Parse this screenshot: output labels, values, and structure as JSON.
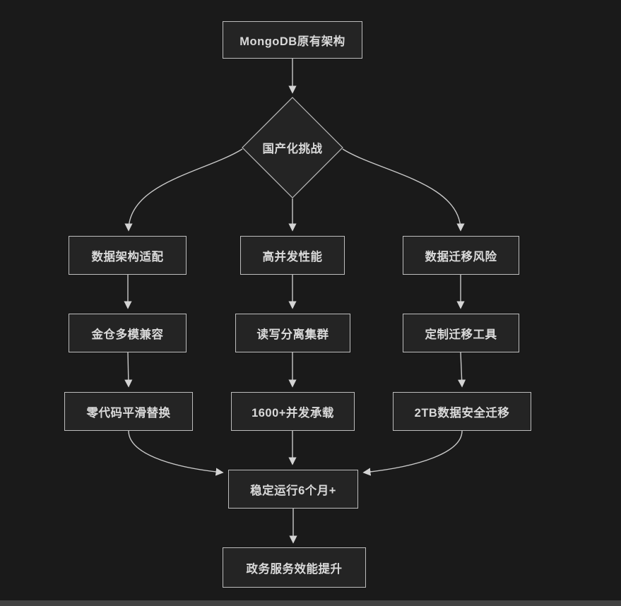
{
  "diagram": {
    "type": "flowchart",
    "theme": {
      "background": "#1a1a1a",
      "node_fill": "#242424",
      "node_border": "#bdbdbd",
      "edge_color": "#c9c9c9",
      "arrowhead_color": "#d4d4d4",
      "text_color": "#d9d9d9"
    },
    "nodes": {
      "start": {
        "label": "MongoDB原有架构",
        "shape": "rect"
      },
      "decision": {
        "label": "国产化挑战",
        "shape": "diamond"
      },
      "branch1_step1": {
        "label": "数据架构适配",
        "shape": "rect"
      },
      "branch1_step2": {
        "label": "金仓多模兼容",
        "shape": "rect"
      },
      "branch1_step3": {
        "label": "零代码平滑替换",
        "shape": "rect"
      },
      "branch2_step1": {
        "label": "高并发性能",
        "shape": "rect"
      },
      "branch2_step2": {
        "label": "读写分离集群",
        "shape": "rect"
      },
      "branch2_step3": {
        "label": "1600+并发承载",
        "shape": "rect"
      },
      "branch3_step1": {
        "label": "数据迁移风险",
        "shape": "rect"
      },
      "branch3_step2": {
        "label": "定制迁移工具",
        "shape": "rect"
      },
      "branch3_step3": {
        "label": "2TB数据安全迁移",
        "shape": "rect"
      },
      "converge": {
        "label": "稳定运行6个月+",
        "shape": "rect"
      },
      "end": {
        "label": "政务服务效能提升",
        "shape": "rect"
      }
    },
    "edges": [
      {
        "from": "start",
        "to": "decision"
      },
      {
        "from": "decision",
        "to": "branch1_step1"
      },
      {
        "from": "decision",
        "to": "branch2_step1"
      },
      {
        "from": "decision",
        "to": "branch3_step1"
      },
      {
        "from": "branch1_step1",
        "to": "branch1_step2"
      },
      {
        "from": "branch1_step2",
        "to": "branch1_step3"
      },
      {
        "from": "branch2_step1",
        "to": "branch2_step2"
      },
      {
        "from": "branch2_step2",
        "to": "branch2_step3"
      },
      {
        "from": "branch3_step1",
        "to": "branch3_step2"
      },
      {
        "from": "branch3_step2",
        "to": "branch3_step3"
      },
      {
        "from": "branch1_step3",
        "to": "converge"
      },
      {
        "from": "branch2_step3",
        "to": "converge"
      },
      {
        "from": "branch3_step3",
        "to": "converge"
      },
      {
        "from": "converge",
        "to": "end"
      }
    ]
  }
}
